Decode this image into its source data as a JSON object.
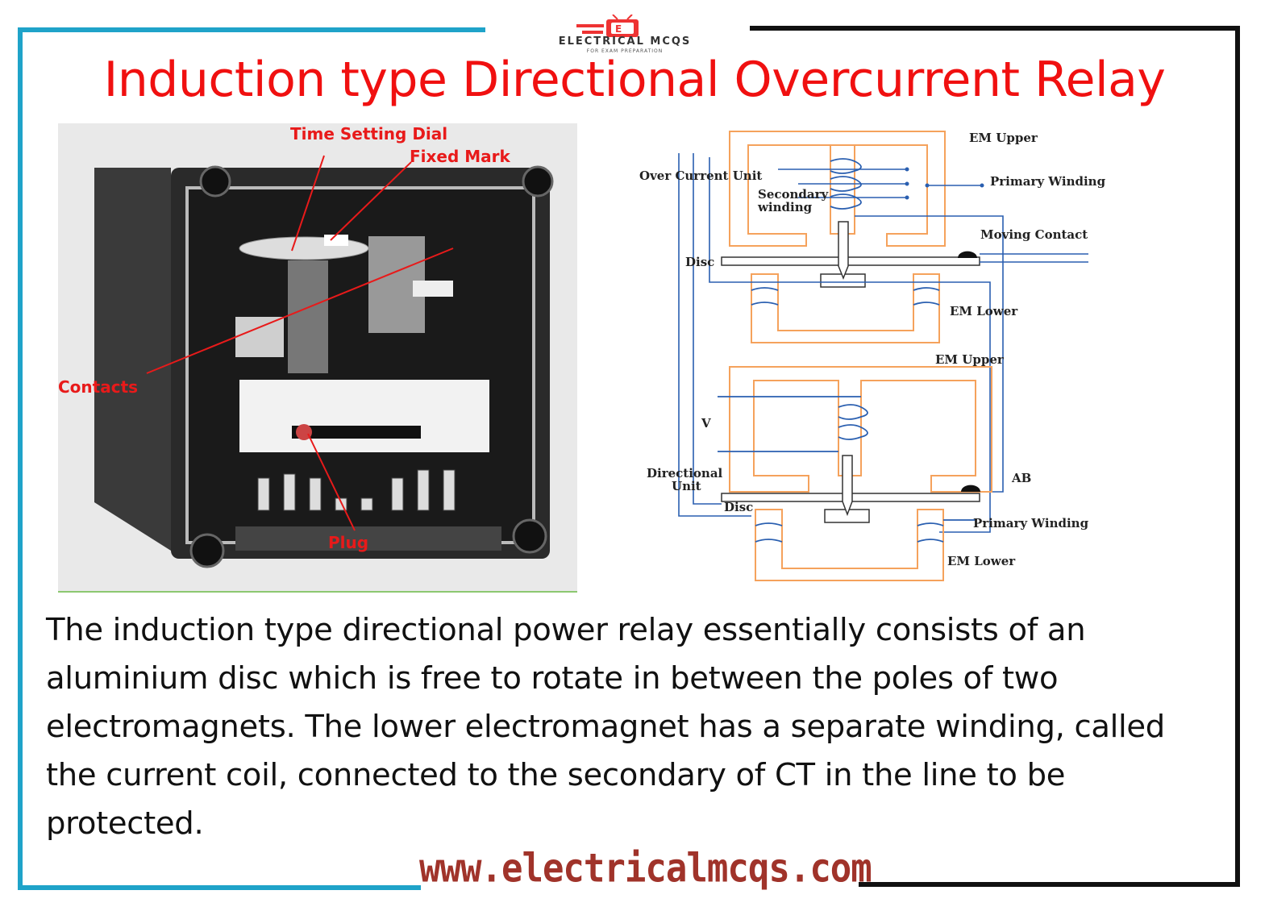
{
  "logo": {
    "text": "ELECTRICAL MCQS",
    "subtext": "FOR EXAM PREPARATION"
  },
  "title": "Induction type Directional Overcurrent Relay",
  "photo": {
    "labels": {
      "time_setting_dial": "Time Setting Dial",
      "fixed_mark": "Fixed Mark",
      "contacts": "Contacts",
      "plug": "Plug"
    }
  },
  "diagram": {
    "labels": {
      "em_upper_1": "EM Upper",
      "over_current_unit": "Over Current Unit",
      "secondary_winding_1": "Secondary",
      "secondary_winding_2": "winding",
      "primary_winding_1": "Primary Winding",
      "moving_contact": "Moving Contact",
      "disc_1": "Disc",
      "em_lower_1": "EM Lower",
      "em_upper_2": "EM Upper",
      "v": "V",
      "directional_unit_1": "Directional",
      "directional_unit_2": "Unit",
      "ab": "AB",
      "disc_2": "Disc",
      "primary_winding_2": "Primary Winding",
      "em_lower_2": "EM Lower"
    }
  },
  "description": "The induction type directional power relay essentially consists of an aluminium disc which is free to rotate in between the poles of two electromagnets. The lower electromagnet has a separate winding, called the current coil, connected to the secondary of CT in the line to be protected.",
  "website": "www.electricalmcqs.com",
  "colors": {
    "title": "#f01010",
    "frame_left": "#1fa3c9",
    "frame_right": "#111111",
    "core": "#f5a25c",
    "wire": "#2a5fb0",
    "photo_labels": "#e81a1a",
    "website": "#a0332a"
  }
}
